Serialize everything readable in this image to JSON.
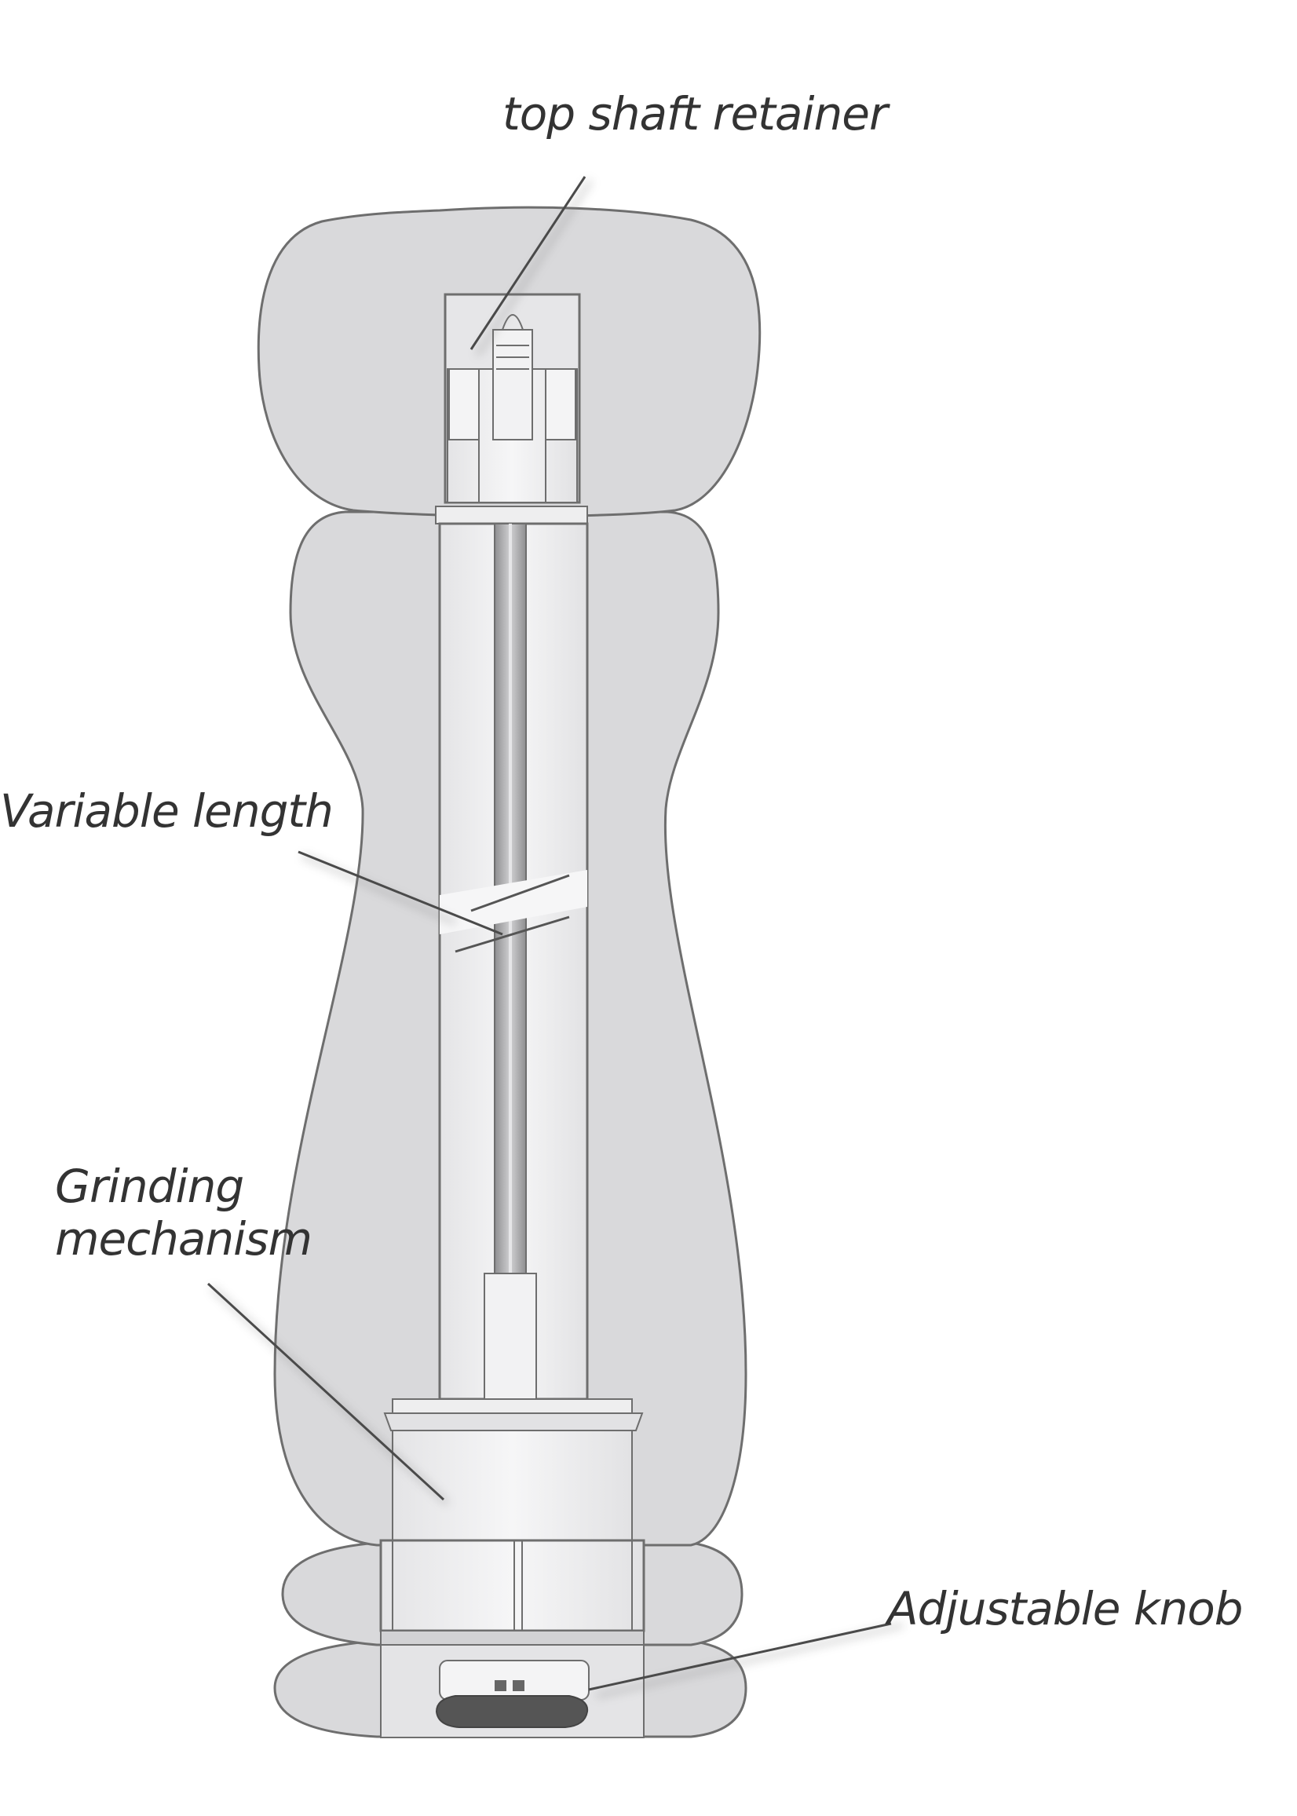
{
  "labels": {
    "top_shaft_retainer": "top shaft retainer",
    "variable_length": "Variable length",
    "grinding_mechanism_line1": "Grinding",
    "grinding_mechanism_line2": "mechanism",
    "adjustable_knob": "Adjustable knob"
  },
  "colors": {
    "body_fill": "#d9d9db",
    "outline": "#6e6e6e",
    "insert_fill": "#eeeeef",
    "shaft_fill": "#b4b4b6",
    "knob_fill": "#555555",
    "leader_line": "#4a4a4a",
    "text": "#333333"
  }
}
